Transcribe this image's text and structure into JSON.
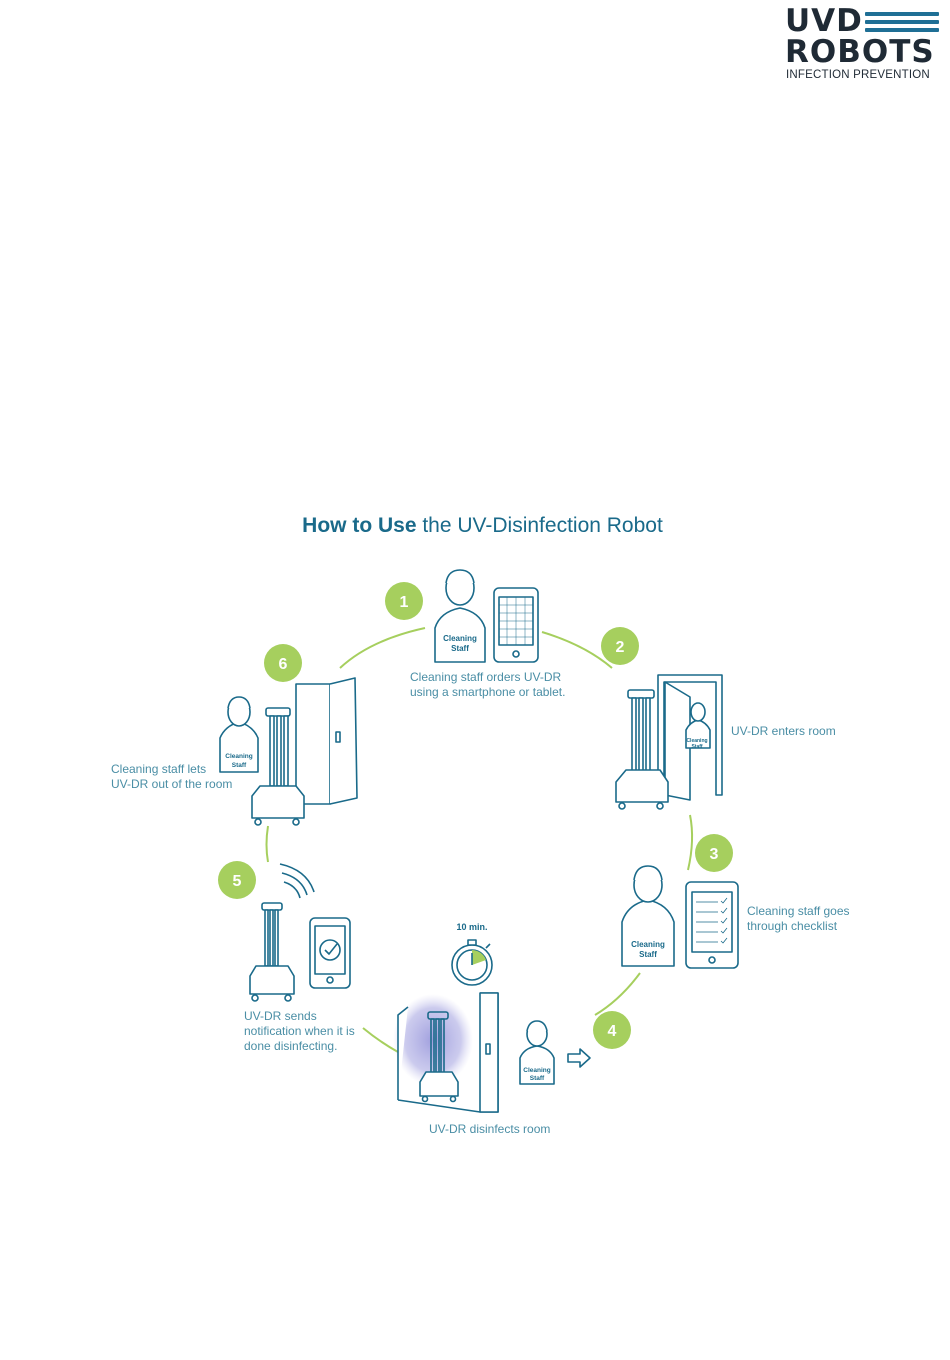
{
  "logo": {
    "line1": "UVD",
    "line2": "ROBOTS",
    "tagline": "INFECTION PREVENTION"
  },
  "title": {
    "bold": "How to Use",
    "rest": " the UV-Disinfection Robot"
  },
  "colors": {
    "teal": "#1a6a8a",
    "green": "#a6cf5e",
    "label": "#4a8ea5",
    "uv_glow": "#8f8ed8"
  },
  "steps": [
    {
      "number": "1",
      "text_lines": [
        "Cleaning staff orders UV-DR",
        "using a smartphone or tablet."
      ]
    },
    {
      "number": "2",
      "text_lines": [
        "UV-DR enters room"
      ]
    },
    {
      "number": "3",
      "text_lines": [
        "Cleaning staff goes",
        "through checklist"
      ]
    },
    {
      "number": "4",
      "text_lines": [
        "UV-DR disinfects room"
      ]
    },
    {
      "number": "5",
      "text_lines": [
        "UV-DR sends",
        "notification when it is",
        "done disinfecting."
      ]
    },
    {
      "number": "6",
      "text_lines": [
        "Cleaning staff lets",
        "UV-DR out of the room"
      ]
    }
  ],
  "figure_labels": {
    "staff_tag_line1": "Cleaning",
    "staff_tag_line2": "Staff",
    "timer": "10 min."
  }
}
